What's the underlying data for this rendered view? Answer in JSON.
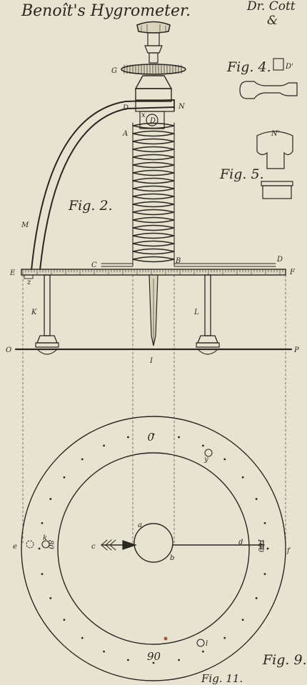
{
  "plate": {
    "title": "Benoît's Hygrometer.",
    "corner_top": "Dr. Cott",
    "corner_bottom": "& ",
    "background": "#e7e3d1",
    "ink": "#2a2620"
  },
  "figures": {
    "fig2": "Fig. 2.",
    "fig4": "Fig. 4.",
    "fig4_label": "D'",
    "fig5": "Fig. 5.",
    "fig5_label": "N'",
    "fig9": "Fig. 9.",
    "fig11": "Fig. 11."
  },
  "labels": {
    "G": "G",
    "N": "N",
    "D_top": "D",
    "x": "x",
    "D_cam": "D",
    "A": "A",
    "M": "M",
    "C": "C",
    "B": "B",
    "D_right": "D",
    "E": "E",
    "F": "F",
    "z": "z",
    "K": "K",
    "L": "L",
    "O": "O",
    "P": "P",
    "I": "I",
    "a": "a",
    "b": "b",
    "c": "c",
    "d": "d",
    "e": "e",
    "f": "f",
    "k": "k",
    "y": "y",
    "l": "l"
  },
  "dial_numbers": {
    "top": "0",
    "left": "80",
    "right": "100",
    "bottom": "90"
  }
}
